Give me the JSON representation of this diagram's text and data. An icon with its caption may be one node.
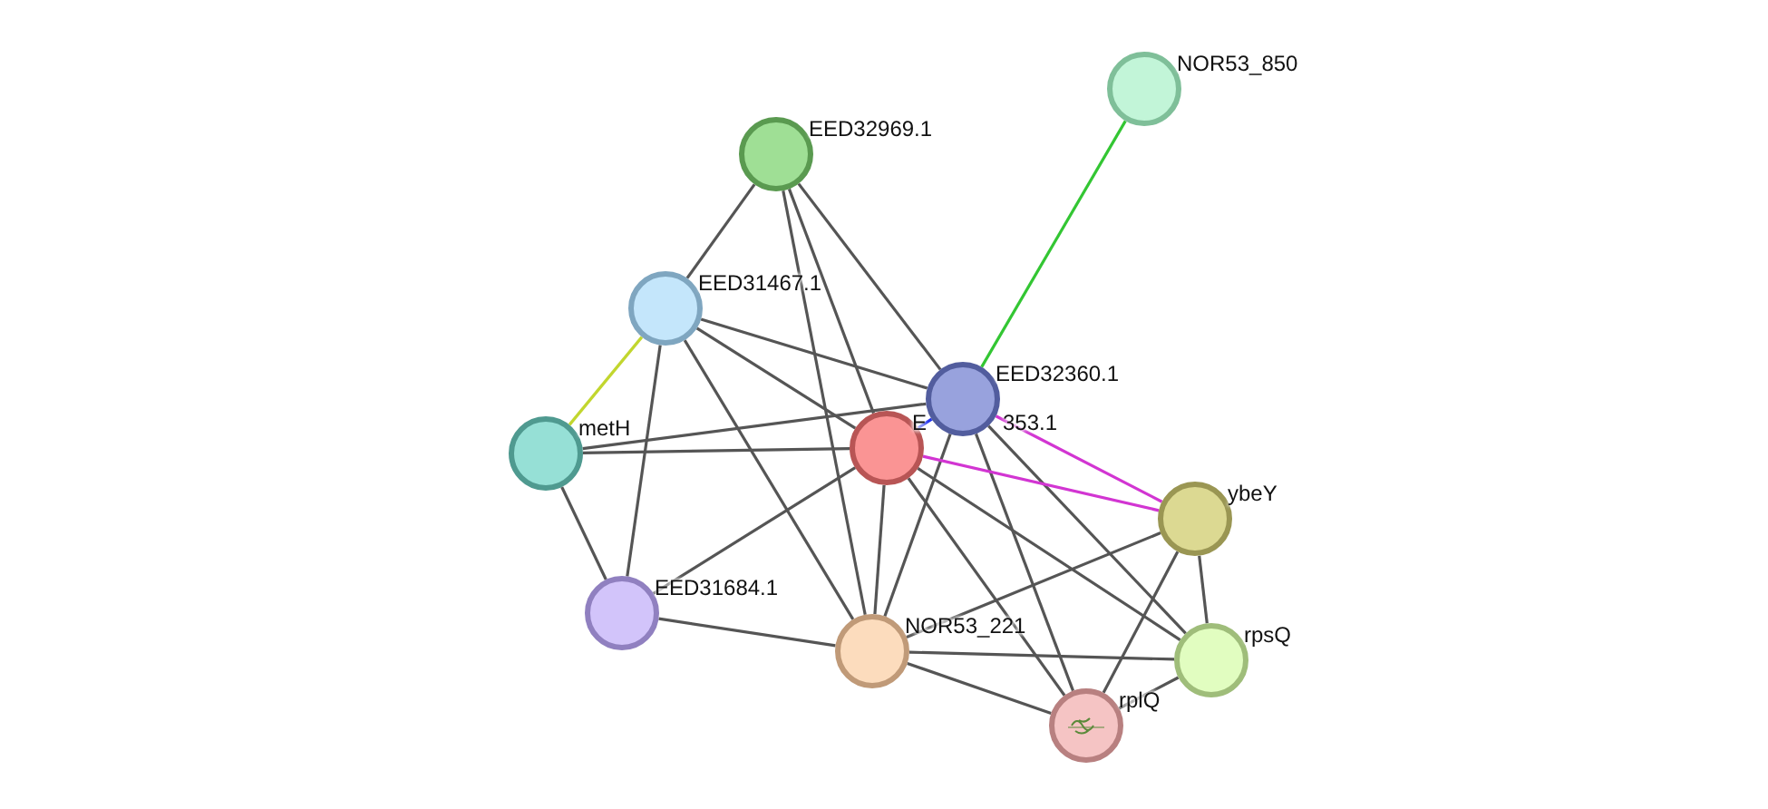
{
  "diagram": {
    "nodes": [
      {
        "text": [],
        "shape": "circle",
        "beside": [
          "NOR53_850"
        ]
      },
      {
        "text": [],
        "shape": "circle",
        "beside": [
          "EED32969.1"
        ]
      },
      {
        "text": [],
        "shape": "circle",
        "beside": [
          "EED31467.1"
        ]
      },
      {
        "text": [],
        "shape": "circle",
        "beside": [
          "EED32360.1"
        ]
      },
      {
        "text": [],
        "shape": "circle",
        "beside": [
          "E"
        ]
      },
      {
        "text": [],
        "shape": "circle",
        "beside": [
          "metH"
        ]
      },
      {
        "text": [],
        "shape": "circle",
        "beside": [
          "ybeY"
        ]
      },
      {
        "text": [],
        "shape": "circle",
        "beside": [
          "EED31684.1"
        ]
      },
      {
        "text": [],
        "shape": "circle",
        "beside": [
          "NOR53_221"
        ]
      },
      {
        "text": [],
        "shape": "circle",
        "beside": [
          "rpsQ"
        ]
      },
      {
        "text": [],
        "shape": "circle",
        "beside": [
          "rplQ"
        ]
      }
    ],
    "edges": [
      {
        "from": 1,
        "to": 2,
        "arrow": "none"
      },
      {
        "from": 1,
        "to": 4,
        "arrow": "none"
      },
      {
        "from": 1,
        "to": 3,
        "arrow": "none"
      },
      {
        "from": 1,
        "to": 8,
        "arrow": "none"
      },
      {
        "from": 2,
        "to": 3,
        "arrow": "none"
      },
      {
        "from": 2,
        "to": 4,
        "arrow": "none"
      },
      {
        "from": 2,
        "to": 5,
        "arrow": "none",
        "color": "#c2d62e"
      },
      {
        "from": 2,
        "to": 7,
        "arrow": "none"
      },
      {
        "from": 2,
        "to": 8,
        "arrow": "none"
      },
      {
        "from": 5,
        "to": 3,
        "arrow": "none"
      },
      {
        "from": 5,
        "to": 4,
        "arrow": "none"
      },
      {
        "from": 5,
        "to": 7,
        "arrow": "none"
      },
      {
        "from": 7,
        "to": 4,
        "arrow": "none"
      },
      {
        "from": 7,
        "to": 8,
        "arrow": "none"
      },
      {
        "from": 3,
        "to": 0,
        "arrow": "none",
        "color": "#33c633"
      },
      {
        "from": 3,
        "to": 4,
        "arrow": "none",
        "color": "#2233ee"
      },
      {
        "from": 3,
        "to": 8,
        "arrow": "none"
      },
      {
        "from": 3,
        "to": 10,
        "arrow": "none"
      },
      {
        "from": 3,
        "to": 9,
        "arrow": "none"
      },
      {
        "from": 3,
        "to": 6,
        "arrow": "none",
        "color": "#d235d2"
      },
      {
        "from": 4,
        "to": 6,
        "arrow": "none",
        "color": "#d235d2"
      },
      {
        "from": 4,
        "to": 8,
        "arrow": "none"
      },
      {
        "from": 4,
        "to": 10,
        "arrow": "none"
      },
      {
        "from": 4,
        "to": 9,
        "arrow": "none"
      },
      {
        "from": 8,
        "to": 6,
        "arrow": "none"
      },
      {
        "from": 8,
        "to": 9,
        "arrow": "none"
      },
      {
        "from": 8,
        "to": 10,
        "arrow": "none"
      },
      {
        "from": 6,
        "to": 9,
        "arrow": "none"
      },
      {
        "from": 6,
        "to": 10,
        "arrow": "none"
      },
      {
        "from": 9,
        "to": 10,
        "arrow": "none"
      }
    ],
    "labels": [
      "353.1"
    ]
  }
}
